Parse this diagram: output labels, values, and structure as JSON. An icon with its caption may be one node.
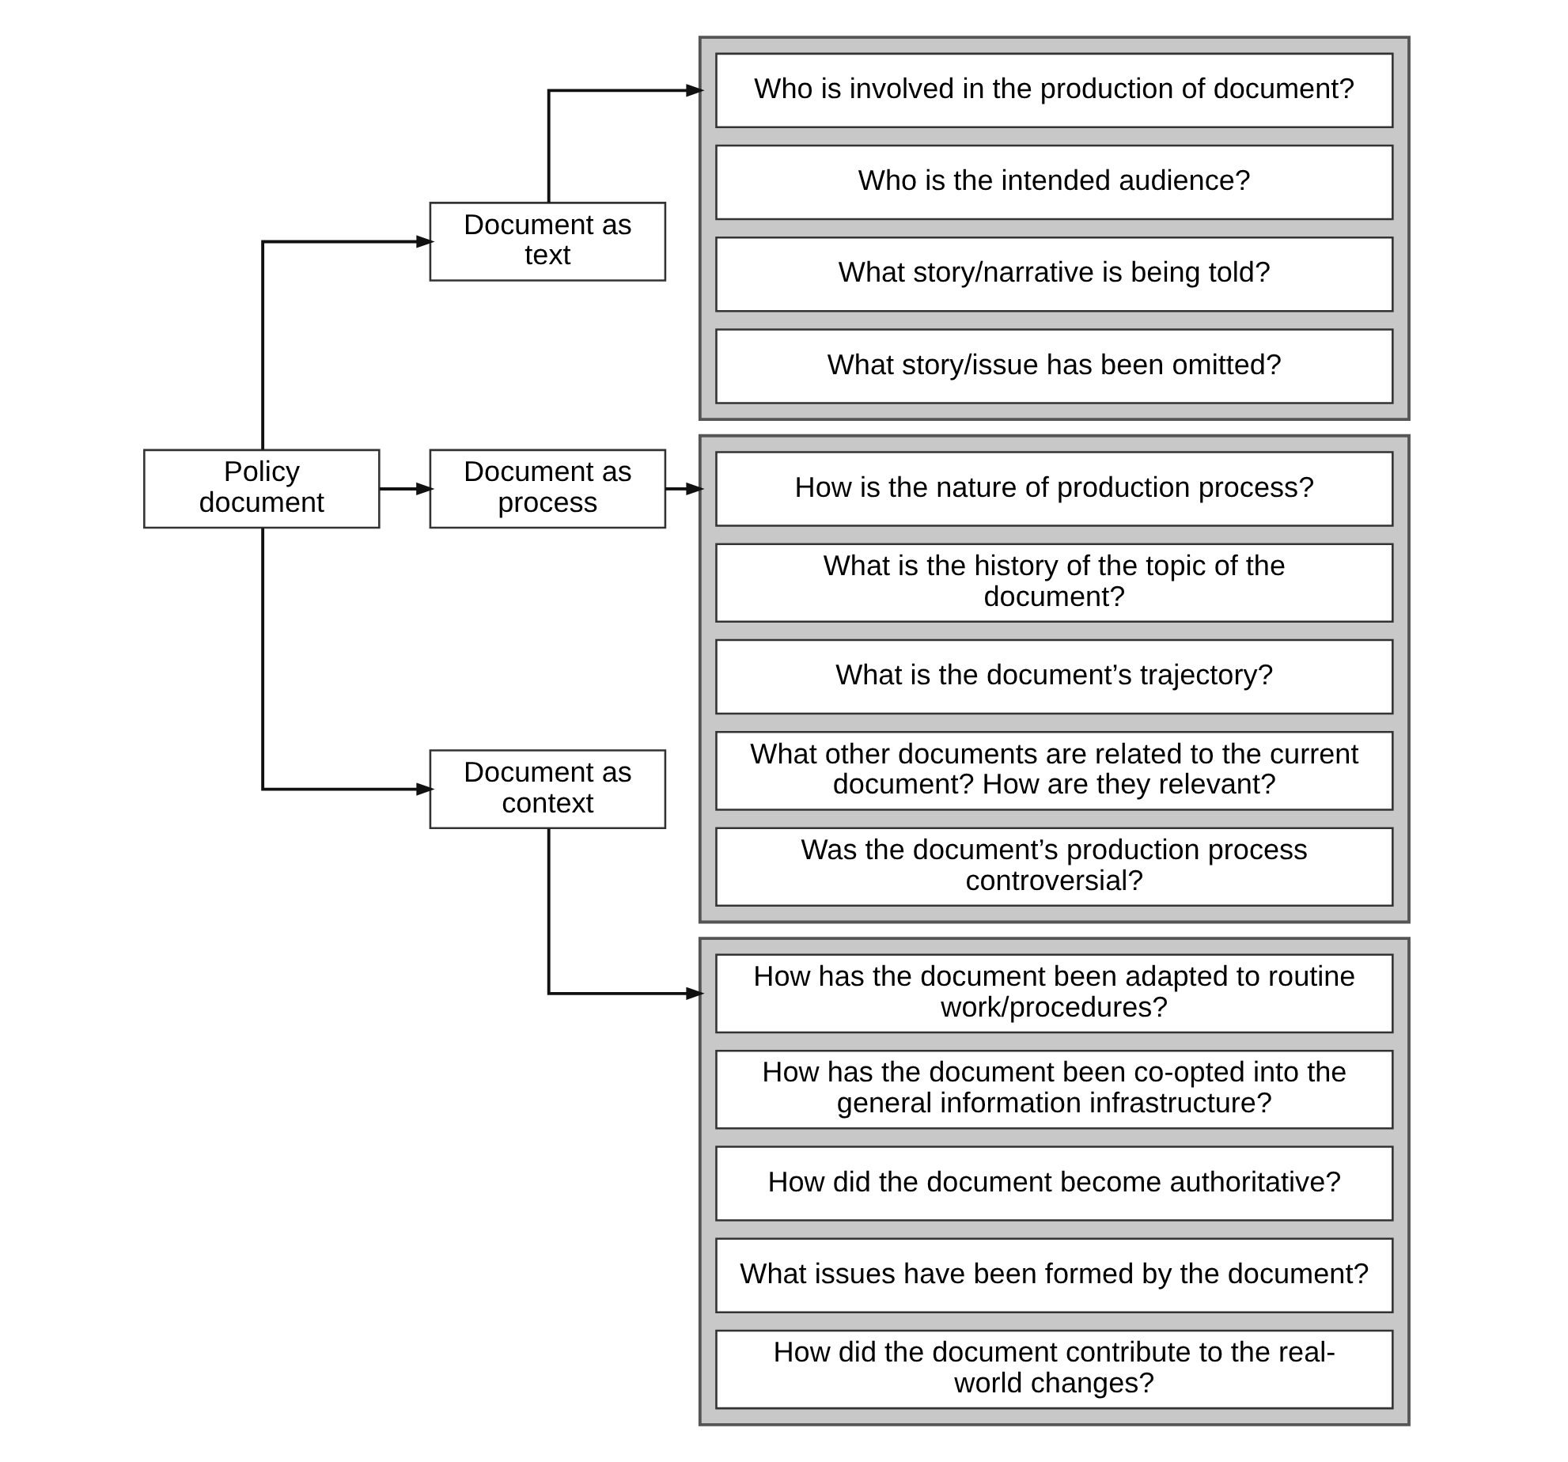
{
  "diagram": {
    "nodes": [
      {
        "text": [
          "Policy document"
        ]
      },
      {
        "text": [
          "Document as text"
        ]
      },
      {
        "text": [
          "Document as process"
        ]
      },
      {
        "text": [
          "Document as context"
        ]
      },
      {
        "text": [],
        "shape": "box"
      },
      {
        "text": [
          "Who is involved in the production of document?"
        ],
        "in": 4
      },
      {
        "text": [
          "Who is the intended audience?"
        ],
        "in": 4
      },
      {
        "text": [
          "What story/narrative is being told?"
        ],
        "in": 4
      },
      {
        "text": [
          "What story/issue has been omitted?"
        ],
        "in": 4
      },
      {
        "text": [],
        "shape": "box"
      },
      {
        "text": [
          "How is the nature of production process?"
        ],
        "in": 9
      },
      {
        "text": [
          "What is the history of the topic of the document?"
        ],
        "in": 9
      },
      {
        "text": [
          "What is the document’s trajectory?"
        ],
        "in": 9
      },
      {
        "text": [
          "What other documents are related to the current document? How are they relevant?"
        ],
        "in": 9
      },
      {
        "text": [
          "Was the document’s production process controversial?"
        ],
        "in": 9
      },
      {
        "text": [],
        "shape": "box"
      },
      {
        "text": [
          "How has the document been adapted to routine work/procedures?"
        ],
        "in": 15
      },
      {
        "text": [
          "How has the document been co-opted into the general information infrastructure?"
        ],
        "in": 15
      },
      {
        "text": [
          "How did the document become authoritative?"
        ],
        "in": 15
      },
      {
        "text": [
          "What issues have been formed by the document?"
        ],
        "in": 15
      },
      {
        "text": [
          "How did the document contribute to the real-world changes?"
        ],
        "in": 15
      }
    ],
    "edges": [
      {
        "from": 0,
        "to": 1,
        "arrow": "to"
      },
      {
        "from": 0,
        "to": 2,
        "arrow": "to"
      },
      {
        "from": 0,
        "to": 3,
        "arrow": "to"
      },
      {
        "from": 1,
        "to": 4,
        "arrow": "to"
      },
      {
        "from": 2,
        "to": 9,
        "arrow": "to"
      },
      {
        "from": 3,
        "to": 15,
        "arrow": "to"
      }
    ]
  }
}
